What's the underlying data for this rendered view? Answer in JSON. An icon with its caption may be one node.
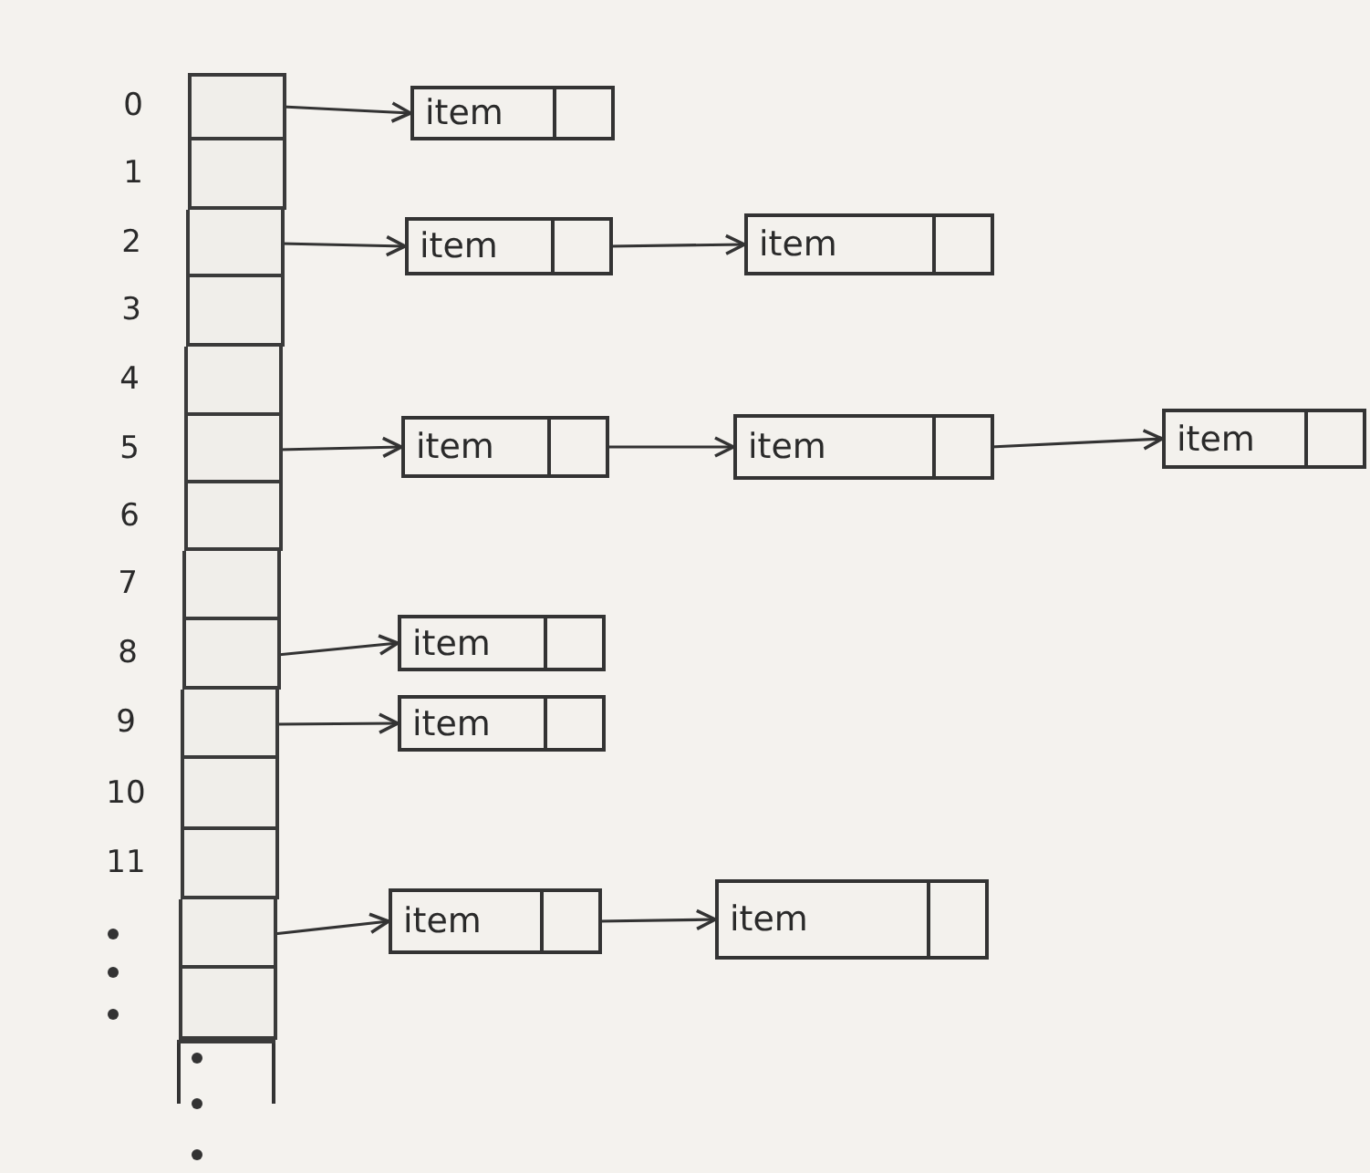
{
  "diagram": {
    "nodes": [
      {
        "text": [],
        "shape": "box",
        "beside": [
          "0"
        ]
      },
      {
        "text": [],
        "shape": "box",
        "beside": [
          "1"
        ]
      },
      {
        "text": [],
        "shape": "box",
        "beside": [
          "2"
        ]
      },
      {
        "text": [],
        "shape": "box",
        "beside": [
          "3"
        ]
      },
      {
        "text": [],
        "shape": "box",
        "beside": [
          "4"
        ]
      },
      {
        "text": [],
        "shape": "box",
        "beside": [
          "5"
        ]
      },
      {
        "text": [],
        "shape": "box",
        "beside": [
          "6"
        ]
      },
      {
        "text": [],
        "shape": "box",
        "beside": [
          "7"
        ]
      },
      {
        "text": [],
        "shape": "box",
        "beside": [
          "8"
        ]
      },
      {
        "text": [],
        "shape": "box",
        "beside": [
          "9"
        ]
      },
      {
        "text": [],
        "shape": "box",
        "beside": [
          "10"
        ]
      },
      {
        "text": [],
        "shape": "box",
        "beside": [
          "11"
        ]
      },
      {
        "text": [],
        "shape": "box"
      },
      {
        "text": [],
        "shape": "box"
      },
      {
        "text": [],
        "shape": "box"
      },
      {
        "text": [
          "item"
        ]
      },
      {
        "text": [
          "item"
        ]
      },
      {
        "text": [
          "item"
        ]
      },
      {
        "text": [
          "item"
        ]
      },
      {
        "text": [
          "item"
        ]
      },
      {
        "text": [
          "item"
        ]
      },
      {
        "text": [
          "item"
        ]
      },
      {
        "text": [
          "item"
        ]
      },
      {
        "text": [
          "item"
        ]
      },
      {
        "text": [
          "item"
        ]
      }
    ],
    "edges": [
      {
        "from": 0,
        "to": 15,
        "arrow": "to"
      },
      {
        "from": 2,
        "to": 16,
        "arrow": "to"
      },
      {
        "from": 16,
        "to": 17,
        "arrow": "to"
      },
      {
        "from": 5,
        "to": 18,
        "arrow": "to"
      },
      {
        "from": 18,
        "to": 19,
        "arrow": "to"
      },
      {
        "from": 19,
        "to": 20,
        "arrow": "to"
      },
      {
        "from": 8,
        "to": 21,
        "arrow": "to"
      },
      {
        "from": 9,
        "to": 22,
        "arrow": "to"
      },
      {
        "from": 12,
        "to": 23,
        "arrow": "to"
      },
      {
        "from": 23,
        "to": 24,
        "arrow": "to"
      }
    ]
  }
}
